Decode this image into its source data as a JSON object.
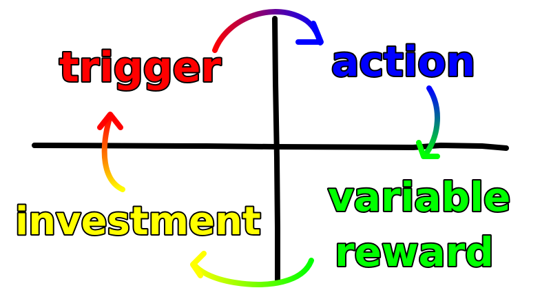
{
  "diagram": {
    "labels": {
      "trigger": "trigger",
      "action": "action",
      "reward_line1": "variable",
      "reward_line2": "reward",
      "investment": "investment"
    },
    "colors": {
      "trigger": "#ff0000",
      "action": "#0000ff",
      "reward": "#00ff00",
      "investment": "#ffff00",
      "axes": "#000000",
      "arc_top": [
        "#ff0000",
        "#7d0080",
        "#0000ff"
      ],
      "arc_right": [
        "#0000ff",
        "#00ff00"
      ],
      "arc_bottom": [
        "#00ff00",
        "#ffff00"
      ],
      "arc_left": [
        "#ffff00",
        "#ff8000",
        "#ff0000"
      ]
    },
    "arrows": [
      {
        "from": "trigger",
        "to": "action"
      },
      {
        "from": "action",
        "to": "variable reward"
      },
      {
        "from": "variable reward",
        "to": "investment"
      },
      {
        "from": "investment",
        "to": "trigger"
      }
    ]
  }
}
